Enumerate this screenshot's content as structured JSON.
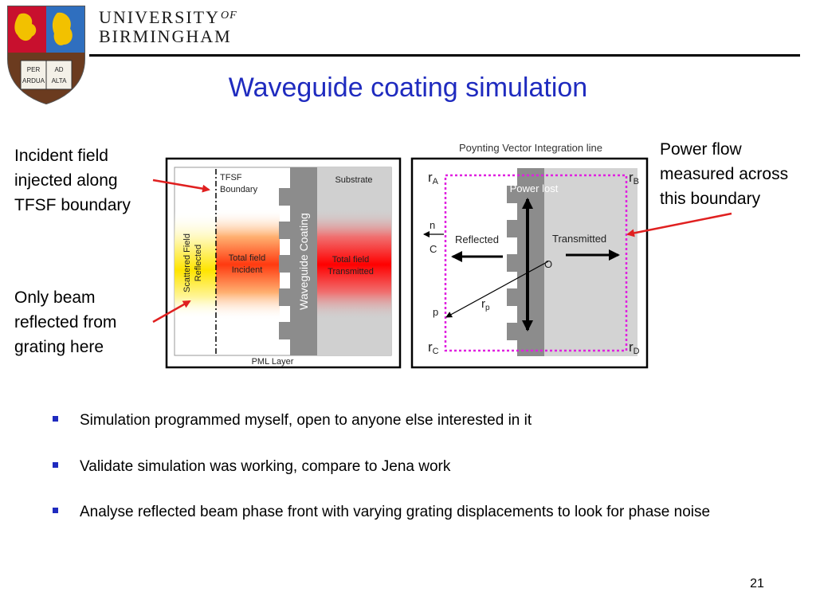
{
  "header": {
    "university_line1": "UNIVERSITY",
    "university_of": "OF",
    "university_line2": "BIRMINGHAM",
    "crest_book_text": [
      "PER",
      "AD",
      "ARDUA",
      "ALTA"
    ]
  },
  "slide": {
    "title": "Waveguide coating simulation",
    "page_number": "21"
  },
  "notes": {
    "incident": "Incident field injected along TFSF boundary",
    "only_beam": "Only beam reflected from grating here",
    "power_flow": "Power flow measured across this boundary"
  },
  "figure_left": {
    "tfsf_label_1": "TFSF",
    "tfsf_label_2": "Boundary",
    "substrate": "Substrate",
    "scattered_1": "Scattered Field",
    "scattered_2": "Reflected",
    "total_incident_1": "Total field",
    "total_incident_2": "Incident",
    "waveguide": "Waveguide Coating",
    "total_transmitted_1": "Total field",
    "total_transmitted_2": "Transmitted",
    "pml": "PML Layer"
  },
  "figure_right": {
    "title": "Poynting Vector Integration line",
    "rA": "r",
    "rA_sub": "A",
    "rB": "r",
    "rB_sub": "B",
    "rC": "r",
    "rC_sub": "C",
    "rD": "r",
    "rD_sub": "D",
    "power_lost": "Power lost",
    "n": "n",
    "c": "C",
    "reflected": "Reflected",
    "transmitted": "Transmitted",
    "o": "O",
    "p": "p",
    "rp": "r",
    "rp_sub": "p"
  },
  "bullets": [
    "Simulation programmed myself, open to anyone else interested in it",
    "Validate simulation was working, compare to Jena work",
    "Analyse reflected beam phase front with varying grating displacements to look for phase noise"
  ],
  "colors": {
    "title_blue": "#1f2bbf",
    "bullet_blue": "#1f2bbf",
    "arrow_red": "#e02020",
    "integration_line_magenta": "#e020e0",
    "crest_red": "#c8102e",
    "crest_blue": "#2f6fbf",
    "crest_gold": "#f2c100"
  }
}
